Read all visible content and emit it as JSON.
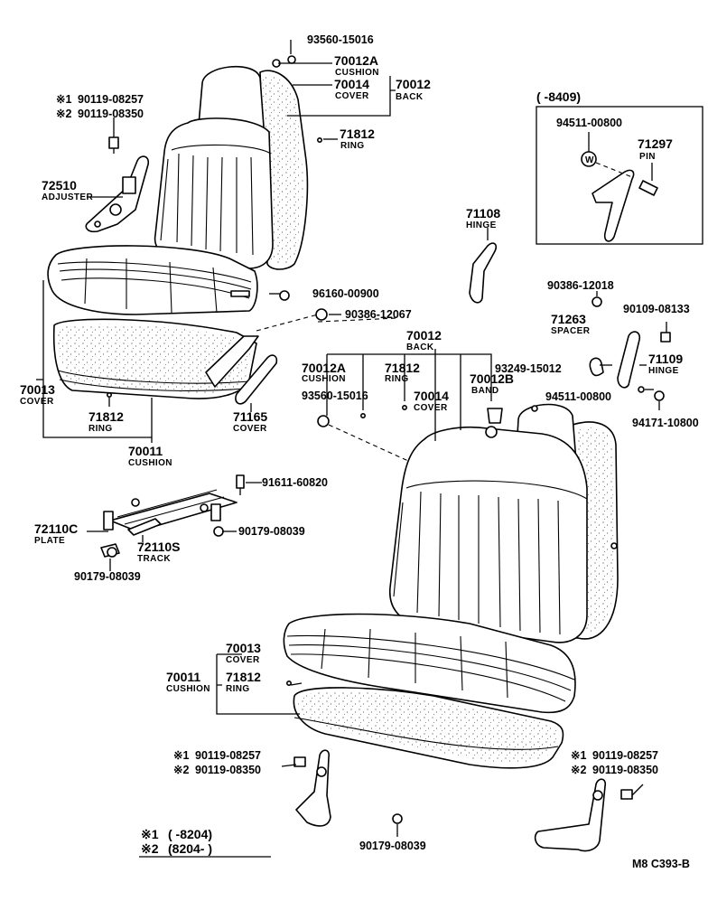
{
  "diagram_code": "M8  C393-B",
  "inset": {
    "range": "(      -8409)",
    "parts": [
      {
        "number": "94511-00800",
        "name": ""
      },
      {
        "number": "71297",
        "name": "PIN"
      },
      {
        "number": "W",
        "name": ""
      }
    ]
  },
  "footnotes": {
    "row1_mark": "※1",
    "row1_text": "(       -8204)",
    "row2_mark": "※2",
    "row2_text": "(8204-         )"
  },
  "labels": {
    "p93560_a": "93560-15016",
    "p70012A_a": "70012A",
    "p70012A_a_name": "CUSHION",
    "p70014_a": "70014",
    "p70014_a_name": "COVER",
    "p70012_a": "70012",
    "p70012_a_name": "BACK",
    "p71812_a": "71812",
    "p71812_a_name": "RING",
    "star1_a_mark": "※1",
    "star1_a": "90119-08257",
    "star2_a_mark": "※2",
    "star2_a": "90119-08350",
    "p72510": "72510",
    "p72510_name": "ADJUSTER",
    "p71108": "71108",
    "p71108_name": "HINGE",
    "p96160": "96160-00900",
    "p90386_a": "90386-12067",
    "p70013_a": "70013",
    "p70013_a_name": "COVER",
    "p71812_b": "71812",
    "p71812_b_name": "RING",
    "p71165": "71165",
    "p71165_name": "COVER",
    "p70011_a": "70011",
    "p70011_a_name": "CUSHION",
    "p70012_b": "70012",
    "p70012_b_name": "BACK",
    "p70012A_b": "70012A",
    "p70012A_b_name": "CUSHION",
    "p71812_c": "71812",
    "p71812_c_name": "RING",
    "p93249": "93249-15012",
    "p70012B": "70012B",
    "p70012B_name": "BAND",
    "p93560_b": "93560-15016",
    "p70014_b": "70014",
    "p70014_b_name": "COVER",
    "p90386_b": "90386-12018",
    "p90109": "90109-08133",
    "p71263": "71263",
    "p71263_name": "SPACER",
    "p71109": "71109",
    "p71109_name": "HINGE",
    "p94511_b": "94511-00800",
    "p94171": "94171-10800",
    "p91611": "91611-60820",
    "p72110C": "72110C",
    "p72110C_name": "PLATE",
    "p72110S": "72110S",
    "p72110S_name": "TRACK",
    "p90179_a": "90179-08039",
    "p90179_b": "90179-08039",
    "p70013_b": "70013",
    "p70013_b_name": "COVER",
    "p70011_b": "70011",
    "p70011_b_name": "CUSHION",
    "p71812_d": "71812",
    "p71812_d_name": "RING",
    "star1_b_mark": "※1",
    "star1_b": "90119-08257",
    "star2_b_mark": "※2",
    "star2_b": "90119-08350",
    "star1_c_mark": "※1",
    "star1_c": "90119-08257",
    "star2_c_mark": "※2",
    "star2_c": "90119-08350",
    "p90179_c": "90179-08039"
  }
}
